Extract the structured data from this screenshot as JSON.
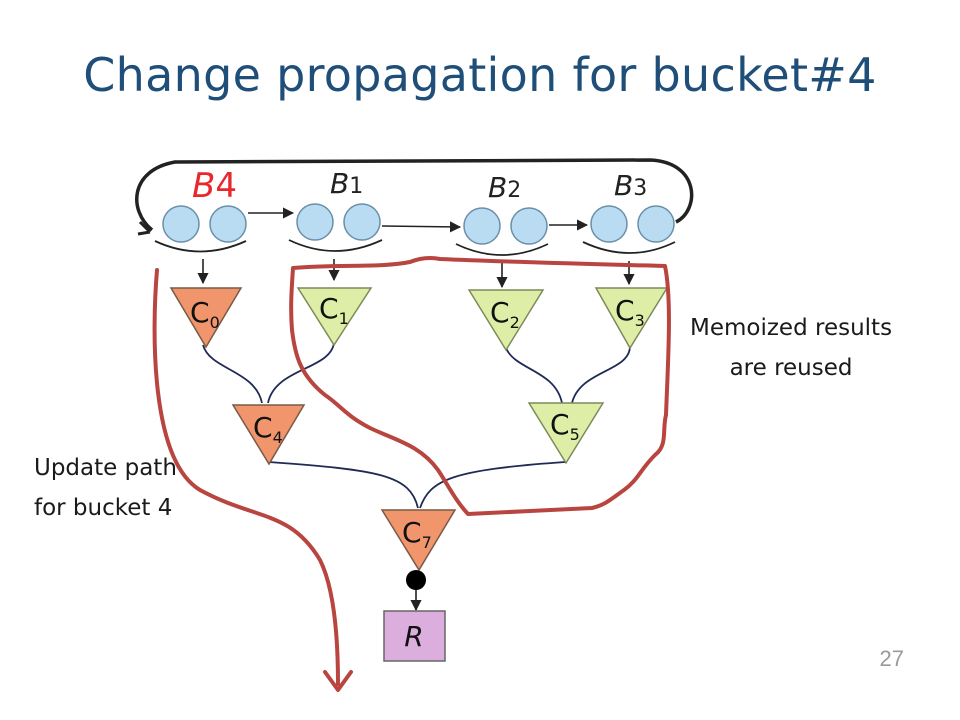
{
  "slide": {
    "title": "Change propagation for bucket#4",
    "page_number": "27"
  },
  "captions": {
    "update_path_line1": "Update path",
    "update_path_line2": "for bucket 4",
    "memoized_line1": "Memoized results",
    "memoized_line2": "are reused"
  },
  "buckets": [
    {
      "label": "B",
      "sub": "4",
      "highlight": true
    },
    {
      "label": "B",
      "sub": "1",
      "highlight": false
    },
    {
      "label": "B",
      "sub": "2",
      "highlight": false
    },
    {
      "label": "B",
      "sub": "3",
      "highlight": false
    }
  ],
  "nodes": {
    "c0": {
      "label": "C",
      "sub": "0"
    },
    "c1": {
      "label": "C",
      "sub": "1"
    },
    "c2": {
      "label": "C",
      "sub": "2"
    },
    "c3": {
      "label": "C",
      "sub": "3"
    },
    "c4": {
      "label": "C",
      "sub": "4"
    },
    "c5": {
      "label": "C",
      "sub": "5"
    },
    "c7": {
      "label": "C",
      "sub": "7"
    },
    "result": "R"
  },
  "colors": {
    "title": "#1f4e79",
    "highlight_red": "#e8282d",
    "path_red": "#b8453f",
    "orange_node": "#f0956c",
    "green_node": "#dfeea6",
    "bucket_circle": "#b9dcf2",
    "result_box": "#dcaedd"
  }
}
